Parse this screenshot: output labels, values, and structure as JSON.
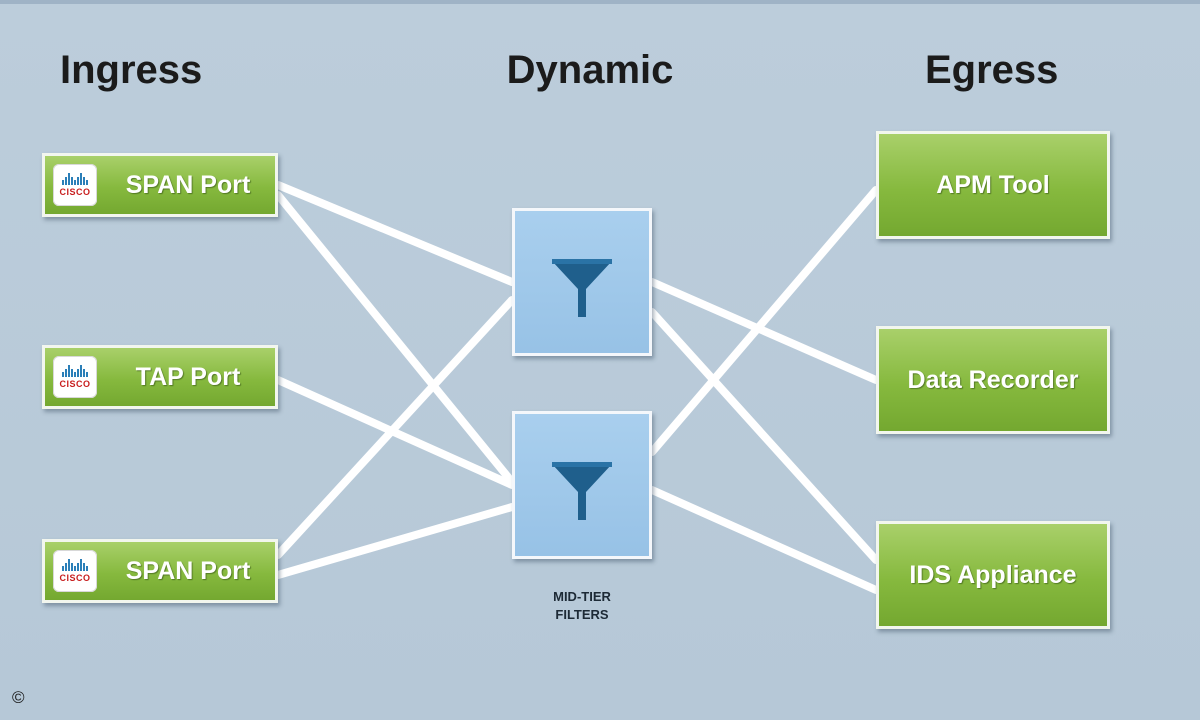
{
  "headings": {
    "ingress": "Ingress",
    "dynamic": "Dynamic",
    "egress": "Egress"
  },
  "ingress_ports": [
    {
      "label": "SPAN Port",
      "logo": "CISCO",
      "icon": "cisco-logo-icon"
    },
    {
      "label": "TAP Port",
      "logo": "CISCO",
      "icon": "cisco-logo-icon"
    },
    {
      "label": "SPAN Port",
      "logo": "CISCO",
      "icon": "cisco-logo-icon"
    }
  ],
  "filters": {
    "icon": "funnel-icon",
    "caption_line1": "MID-TIER",
    "caption_line2": "FILTERS"
  },
  "egress_tools": [
    {
      "label": "APM Tool"
    },
    {
      "label": "Data Recorder"
    },
    {
      "label": "IDS Appliance"
    }
  ],
  "connections": [
    {
      "from": "SPAN Port (1)",
      "to": "Filter 1"
    },
    {
      "from": "SPAN Port (1)",
      "to": "Filter 2"
    },
    {
      "from": "TAP Port",
      "to": "Filter 2"
    },
    {
      "from": "SPAN Port (2)",
      "to": "Filter 1"
    },
    {
      "from": "SPAN Port (2)",
      "to": "Filter 2"
    },
    {
      "from": "Filter 1",
      "to": "Data Recorder"
    },
    {
      "from": "Filter 1",
      "to": "IDS Appliance"
    },
    {
      "from": "Filter 2",
      "to": "APM Tool"
    },
    {
      "from": "Filter 2",
      "to": "IDS Appliance"
    }
  ],
  "copyright_symbol": "©",
  "colors": {
    "background": "#b8cad9",
    "ingress_egress_box": "#86b93e",
    "filter_box": "#97c2e6",
    "funnel": "#1f5f8c",
    "link": "#ffffff"
  }
}
